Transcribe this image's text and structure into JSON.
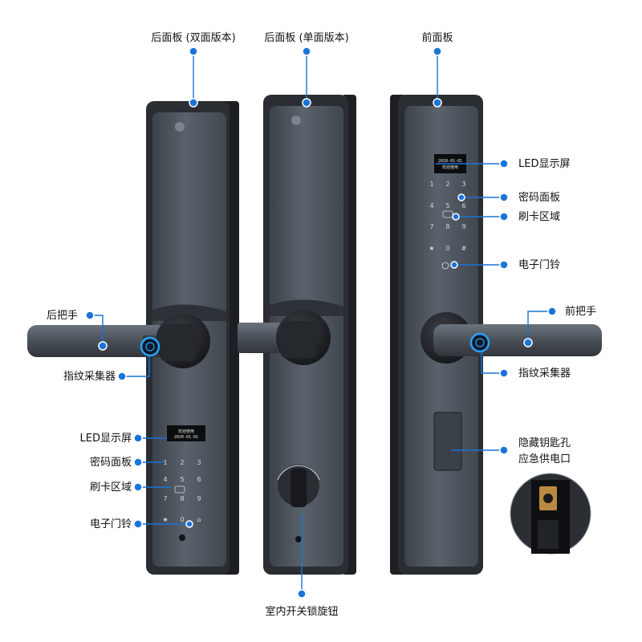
{
  "labels": {
    "back_panel_double": "后面板 (双面版本)",
    "back_panel_single": "后面板 (单面版本)",
    "front_panel": "前面板",
    "led_display_front": "LED显示屏",
    "keypad_front": "密码面板",
    "card_area_front": "刷卡区域",
    "doorbell_front": "电子门铃",
    "front_handle": "前把手",
    "fingerprint_front": "指纹采集器",
    "hidden_keyhole": "隐藏钥匙孔",
    "emergency_power": "应急供电口",
    "back_handle": "后把手",
    "fingerprint_back": "指纹采集器",
    "led_display_back": "LED显示屏",
    "keypad_back": "密码面板",
    "card_area_back": "刷卡区域",
    "doorbell_back": "电子门铃",
    "indoor_knob": "室内开关锁旋钮"
  },
  "colors": {
    "accent": "#1a74d9",
    "body": "#4b525c",
    "body_dark": "#2e3238",
    "frame": "#1d1f23"
  },
  "keypad_keys": [
    "1",
    "2",
    "3",
    "4",
    "5",
    "6",
    "7",
    "8",
    "9",
    "★",
    "0",
    "⌂"
  ]
}
